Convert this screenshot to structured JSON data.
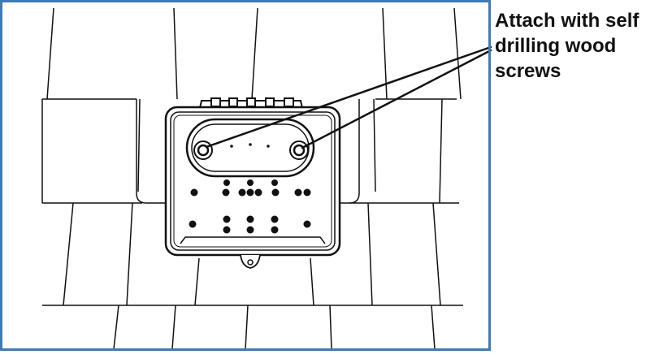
{
  "callout": {
    "lines": [
      "Attach with self",
      "drilling wood",
      "screws"
    ]
  },
  "colors": {
    "frame": "#3d7ab8",
    "ink": "#111111",
    "background": "#ffffff"
  }
}
